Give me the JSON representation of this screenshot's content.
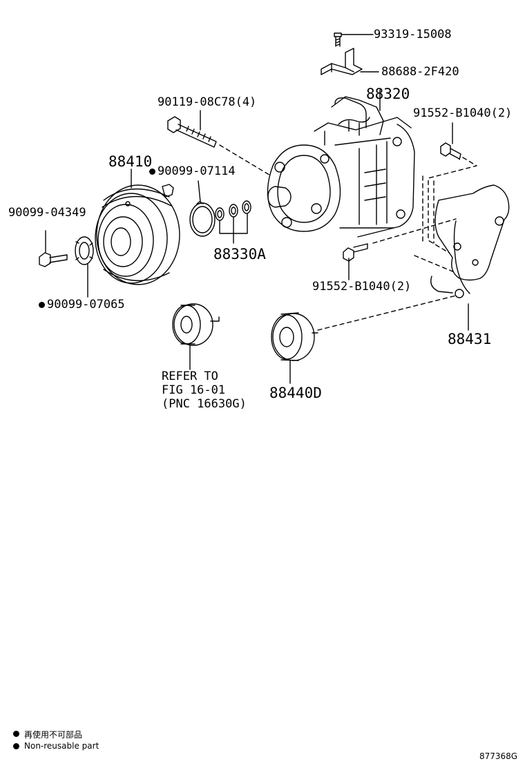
{
  "parts": {
    "p93319": "93319-15008",
    "p88688": "88688-2F420",
    "p88320": "88320",
    "p90119": "90119-08C78(4)",
    "p91552_top": "91552-B1040(2)",
    "p88410": "88410",
    "p90099_07114": "90099-07114",
    "p90099_04349": "90099-04349",
    "p88330A": "88330A",
    "p91552_bottom": "91552-B1040(2)",
    "p90099_07065": "90099-07065",
    "p88431": "88431",
    "refer_line1": "REFER TO",
    "refer_line2": "FIG 16-01",
    "refer_line3": "(PNC 16630G)",
    "p88440D": "88440D"
  },
  "legend": {
    "jp": "再使用不可部品",
    "en": "Non-reusable part"
  },
  "figure_id": "877368G"
}
